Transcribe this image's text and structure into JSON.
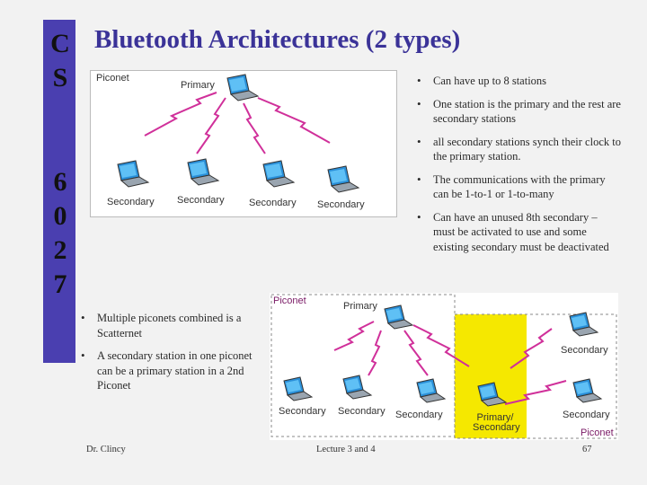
{
  "sidebar": {
    "letters_top": [
      "C",
      "S"
    ],
    "letters_bottom": [
      "6",
      "0",
      "2",
      "7"
    ]
  },
  "slide": {
    "title": "Bluetooth Architectures (2 types)"
  },
  "figure1": {
    "piconet_label": "Piconet",
    "primary_label": "Primary",
    "secondary_labels": [
      "Secondary",
      "Secondary",
      "Secondary",
      "Secondary"
    ]
  },
  "right_bullets": [
    "Can have up to 8 stations",
    "One station is the primary and the rest are secondary stations",
    "all secondary stations synch their clock to the primary station.",
    "The communications with the primary can be 1-to-1 or 1-to-many",
    "Can have an unused 8th secondary – must be activated to use and some existing secondary must be deactivated"
  ],
  "left_bullets": [
    "Multiple piconets combined is a Scatternet",
    "A secondary station in one piconet can be a primary station in a 2nd Piconet"
  ],
  "figure2": {
    "piconet_label_top": "Piconet",
    "piconet_label_bottom": "Piconet",
    "primary_label": "Primary",
    "primary_secondary_label_line1": "Primary/",
    "primary_secondary_label_line2": "Secondary",
    "secondary_labels": [
      "Secondary",
      "Secondary",
      "Secondary",
      "Secondary",
      "Secondary"
    ],
    "highlight_color": "#f5e800"
  },
  "footer": {
    "author": "Dr. Clincy",
    "lecture": "Lecture 3 and 4",
    "page": "67"
  },
  "colors": {
    "sidebar": "#4a3fb0",
    "title": "#3b3398",
    "lightning": "#d0309a"
  }
}
